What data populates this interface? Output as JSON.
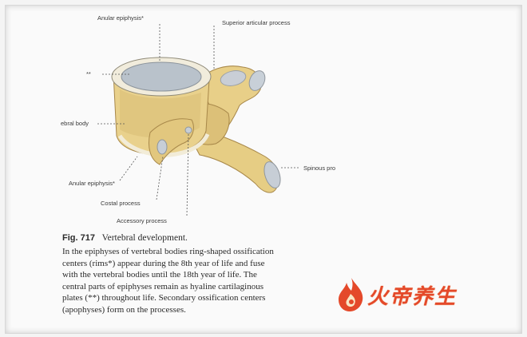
{
  "labels": {
    "anular_top": "Anular epiphysis*",
    "superior_articular": "Superior articular process",
    "double_star": "**",
    "vertebral_body": "ebral body",
    "spinous": "Spinous pro",
    "anular_bottom": "Anular epiphysis*",
    "costal": "Costal process",
    "accessory": "Accessory process"
  },
  "caption": {
    "fig_number": "Fig. 717",
    "fig_title": "Vertebral development.",
    "lines": [
      "In the epiphyses of vertebral bodies ring-shaped ossification",
      "centers (rims*) appear during the 8th year of life and fuse",
      "with the vertebral bodies until the 18th year of life. The",
      "central parts of epiphyses remain as hyaline cartilaginous",
      "plates (**) throughout life. Secondary ossification centers",
      "(apophyses) form on the processes."
    ]
  },
  "watermark": {
    "text": "火帝养生",
    "color": "#e4492a"
  }
}
